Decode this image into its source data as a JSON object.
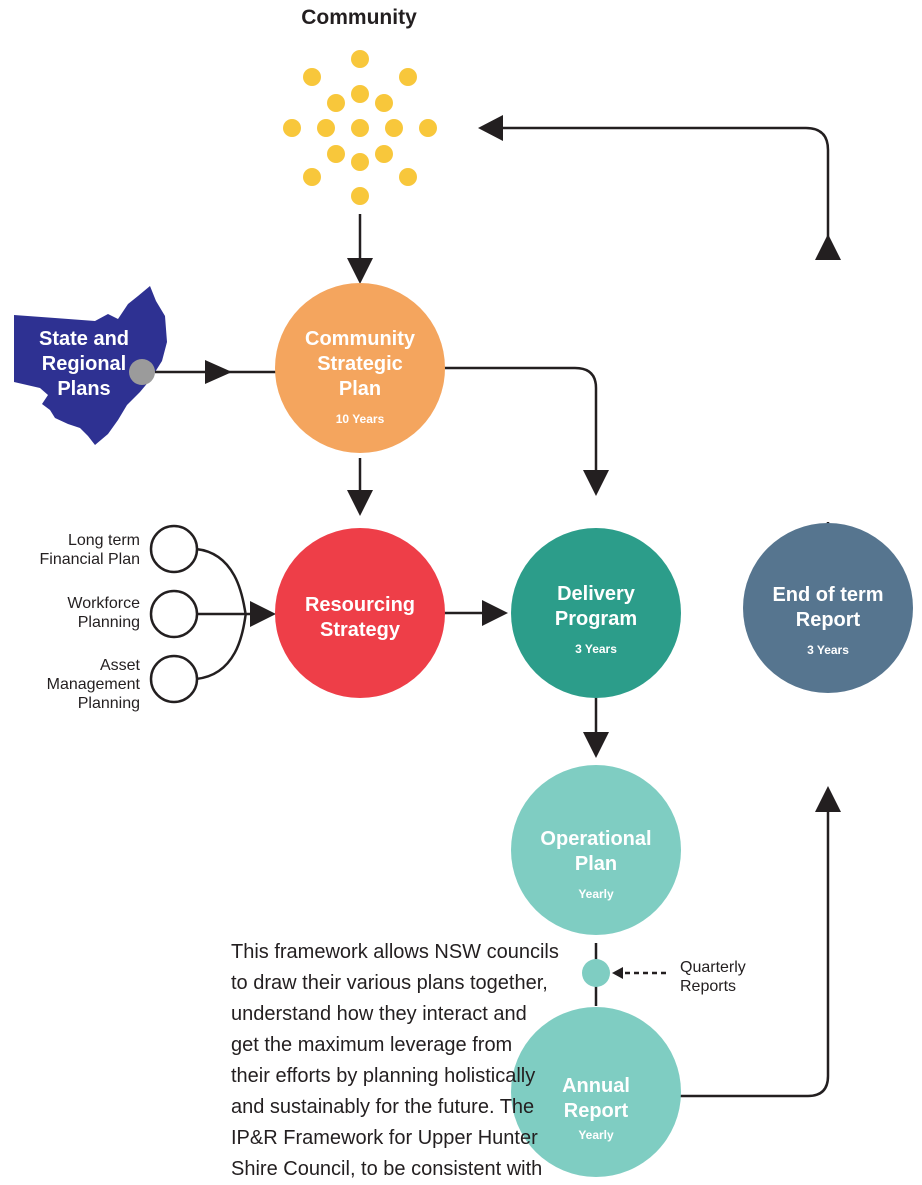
{
  "title": "Community",
  "state_plans": {
    "line1": "State and",
    "line2": "Regional",
    "line3": "Plans"
  },
  "nodes": {
    "csp": {
      "l1": "Community",
      "l2": "Strategic",
      "l3": "Plan",
      "sub": "10 Years",
      "color": "#f4a55e"
    },
    "resourcing": {
      "l1": "Resourcing",
      "l2": "Strategy",
      "color": "#ee3e48"
    },
    "delivery": {
      "l1": "Delivery",
      "l2": "Program",
      "sub": "3 Years",
      "color": "#2c9d8a"
    },
    "operational": {
      "l1": "Operational",
      "l2": "Plan",
      "sub": "Yearly",
      "color": "#7fcdc2"
    },
    "annual": {
      "l1": "Annual",
      "l2": "Report",
      "sub": "Yearly",
      "color": "#7fcdc2"
    },
    "endterm": {
      "l1": "End of term",
      "l2": "Report",
      "sub": "3 Years",
      "color": "#56758f"
    }
  },
  "inputs": {
    "ltfp": {
      "l1": "Long term",
      "l2": "Financial Plan"
    },
    "workforce": {
      "l1": "Workforce",
      "l2": "Planning"
    },
    "asset": {
      "l1": "Asset",
      "l2": "Management",
      "l3": "Planning"
    }
  },
  "quarterly": {
    "l1": "Quarterly",
    "l2": "Reports"
  },
  "paragraph": {
    "lines": [
      "This framework allows NSW councils",
      "to draw their various plans together,",
      "understand how they interact and",
      "get the maximum leverage from",
      "their efforts by planning holistically",
      "and sustainably for the future. The",
      "IP&R Framework for Upper Hunter",
      "Shire Council, to be consistent with"
    ]
  },
  "colors": {
    "dots": "#f8c73b",
    "nsw_map": "#2e3192",
    "connector": "#9b9b9b",
    "line": "#231f20"
  }
}
